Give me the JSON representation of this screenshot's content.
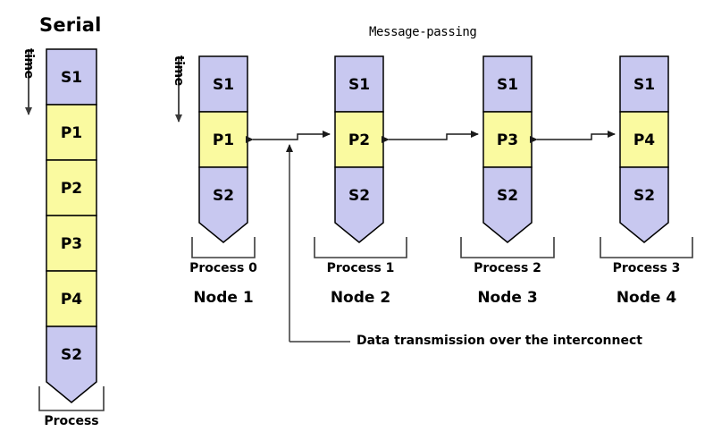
{
  "figure": {
    "serial_title": "Serial",
    "mp_title": "Message-passing",
    "time_label_serial": "time",
    "time_label_mp": "time",
    "callout_text": "Data transmission over the interconnect",
    "serial_bracket_label": "Process",
    "colors": {
      "serial_stage": "#c8c8f0",
      "parallel_stage": "#fafaa0",
      "outline": "#000000",
      "arrow": "#3a3a3a",
      "text": "#000000",
      "background": "#ffffff"
    }
  },
  "serial_column": {
    "name": "Serial",
    "bracket_label": "Process",
    "segments": [
      {
        "label": "S1",
        "kind": "serial"
      },
      {
        "label": "P1",
        "kind": "parallel"
      },
      {
        "label": "P2",
        "kind": "parallel"
      },
      {
        "label": "P3",
        "kind": "parallel"
      },
      {
        "label": "P4",
        "kind": "parallel"
      },
      {
        "label": "S2",
        "kind": "serial"
      }
    ]
  },
  "mp_columns": [
    {
      "process_label": "Process 0",
      "node_label": "Node 1",
      "segments": [
        {
          "label": "S1",
          "kind": "serial"
        },
        {
          "label": "P1",
          "kind": "parallel"
        },
        {
          "label": "S2",
          "kind": "serial"
        }
      ]
    },
    {
      "process_label": "Process 1",
      "node_label": "Node 2",
      "segments": [
        {
          "label": "S1",
          "kind": "serial"
        },
        {
          "label": "P2",
          "kind": "parallel"
        },
        {
          "label": "S2",
          "kind": "serial"
        }
      ]
    },
    {
      "process_label": "Process 2",
      "node_label": "Node 3",
      "segments": [
        {
          "label": "S1",
          "kind": "serial"
        },
        {
          "label": "P3",
          "kind": "parallel"
        },
        {
          "label": "S2",
          "kind": "serial"
        }
      ]
    },
    {
      "process_label": "Process 3",
      "node_label": "Node 4",
      "segments": [
        {
          "label": "S1",
          "kind": "serial"
        },
        {
          "label": "P4",
          "kind": "parallel"
        },
        {
          "label": "S2",
          "kind": "serial"
        }
      ]
    }
  ]
}
